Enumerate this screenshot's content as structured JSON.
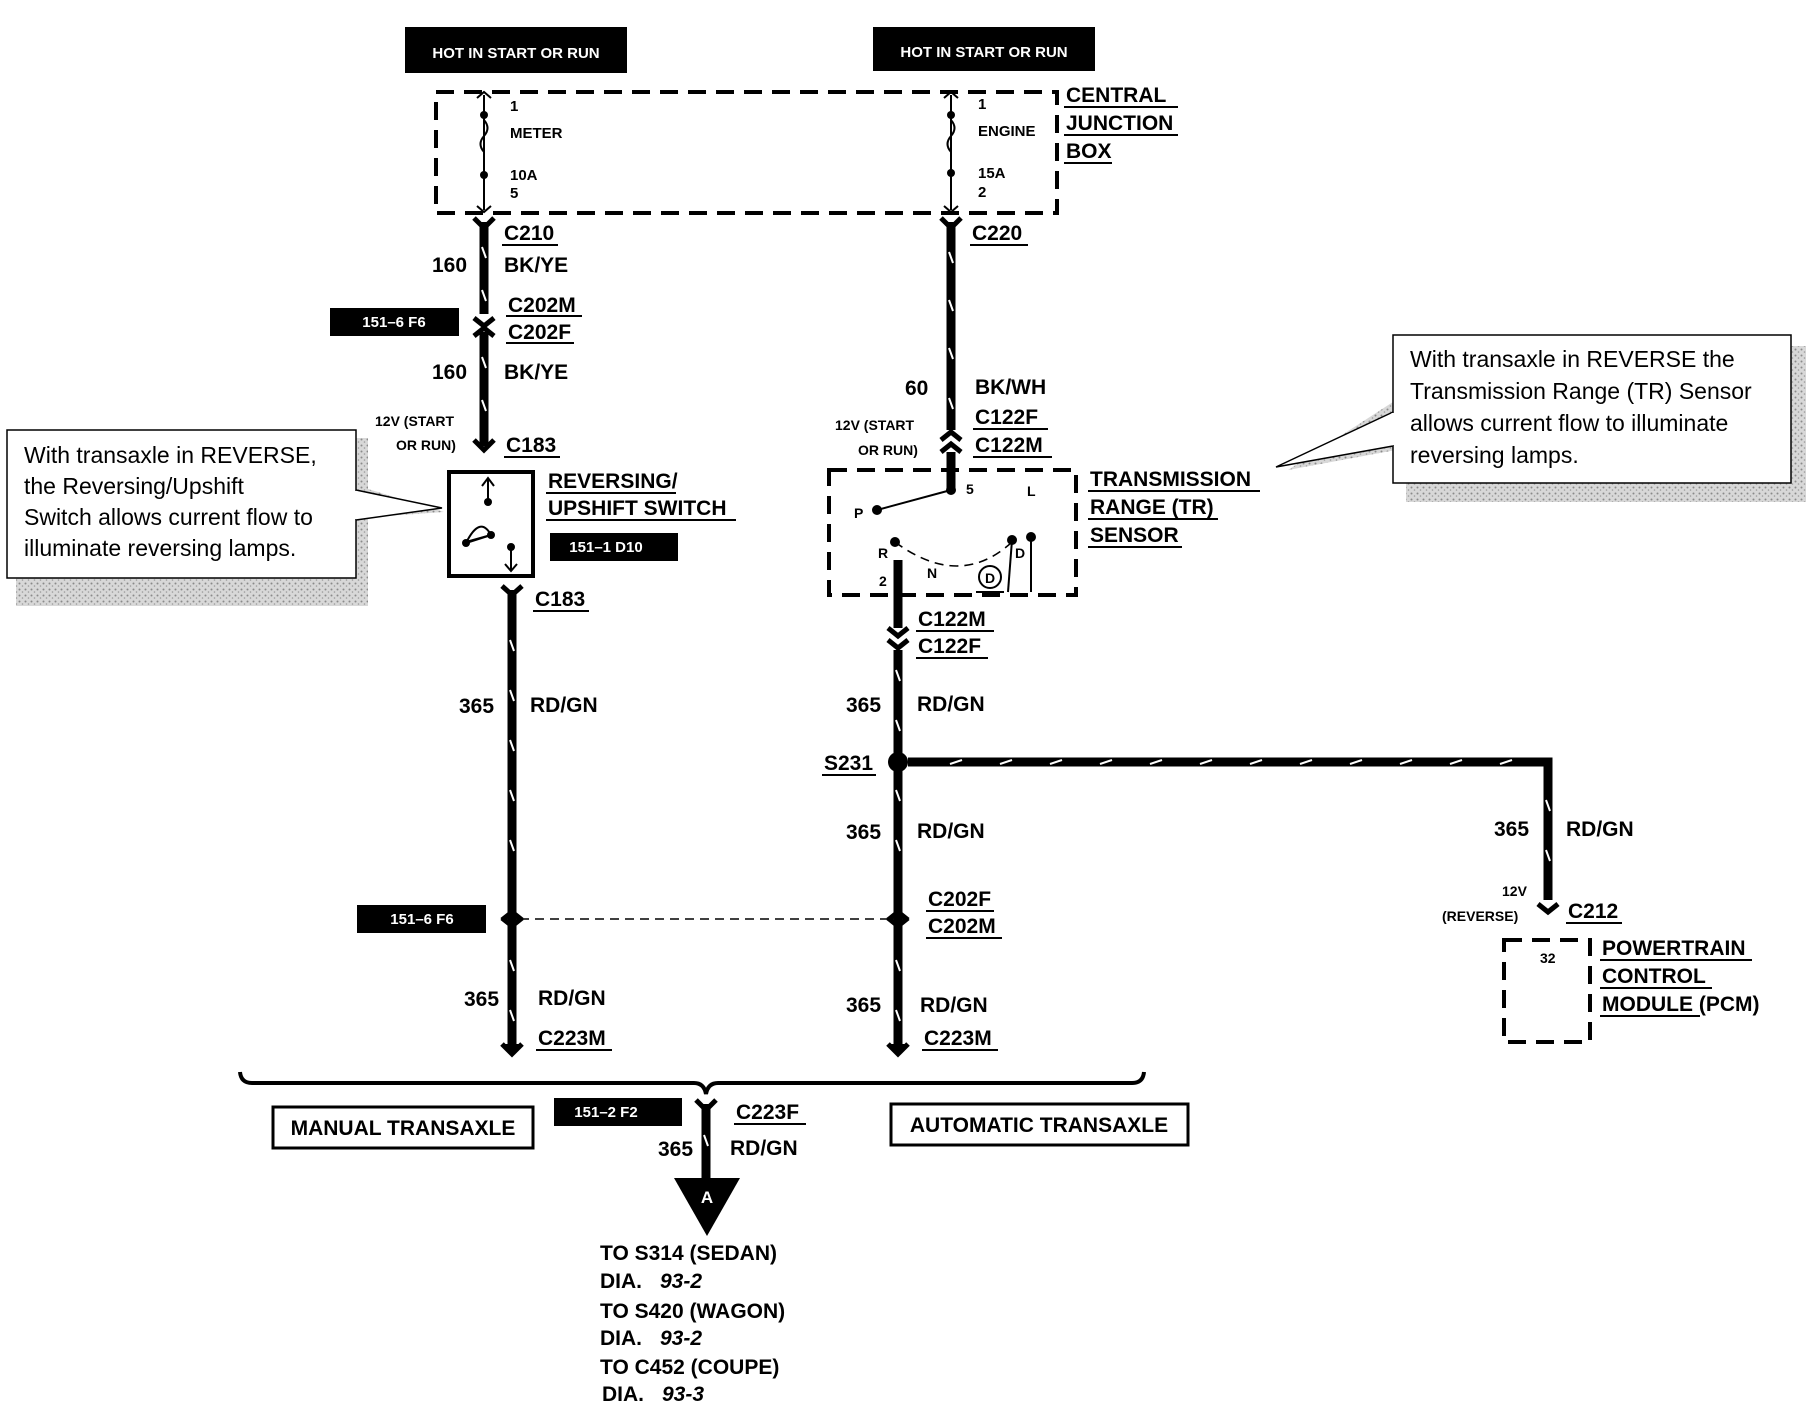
{
  "hot_labels": {
    "left": "HOT IN START OR RUN",
    "right": "HOT IN START OR RUN"
  },
  "central_junction_box": {
    "title": [
      "CENTRAL",
      "JUNCTION",
      "BOX"
    ],
    "fuse_left": {
      "top_pin": "1",
      "name": "METER",
      "rating": "10A",
      "bottom_pin": "5"
    },
    "fuse_right": {
      "top_pin": "1",
      "name": "ENGINE",
      "rating": "15A",
      "bottom_pin": "2"
    }
  },
  "left_circuit": {
    "c210": "C210",
    "wire1_num": "160",
    "wire1_color": "BK/YE",
    "ref1": "151–6 F6",
    "c202m": "C202M",
    "c202f": "C202F",
    "wire2_num": "160",
    "wire2_color": "BK/YE",
    "volt_line1": "12V (START",
    "volt_line2": "OR RUN)",
    "c183_top": "C183",
    "switch_title": [
      "REVERSING/",
      "UPSHIFT SWITCH"
    ],
    "switch_ref": "151–1 D10",
    "c183_bottom": "C183",
    "wire3_num": "365",
    "wire3_color": "RD/GN",
    "ref2": "151–6 F6",
    "wire4_num": "365",
    "wire4_color": "RD/GN",
    "c223m": "C223M"
  },
  "right_circuit": {
    "c220": "C220",
    "wire1_num": "60",
    "wire1_color": "BK/WH",
    "volt_line1": "12V (START",
    "volt_line2": "OR RUN)",
    "c122f_top": "C122F",
    "c122m_top": "C122M",
    "sensor_title": [
      "TRANSMISSION",
      "RANGE (TR)",
      "SENSOR"
    ],
    "sensor_pins": {
      "p": "P",
      "pin5": "5",
      "l": "L",
      "r": "R",
      "n": "N",
      "d_circle": "D",
      "d": "D",
      "pin2": "2"
    },
    "c122m_bottom": "C122M",
    "c122f_bottom": "C122F",
    "wire2_num": "365",
    "wire2_color": "RD/GN",
    "splice": "S231",
    "wire3_num": "365",
    "wire3_color": "RD/GN",
    "c202f": "C202F",
    "c202m": "C202M",
    "wire4_num": "365",
    "wire4_color": "RD/GN",
    "c223m": "C223M"
  },
  "pcm_circuit": {
    "wire_num": "365",
    "wire_color": "RD/GN",
    "volt_line1": "12V",
    "volt_line2": "(REVERSE)",
    "connector": "C212",
    "pin": "32",
    "title": [
      "POWERTRAIN",
      "CONTROL",
      "MODULE (PCM)"
    ]
  },
  "bottom": {
    "manual": "MANUAL TRANSAXLE",
    "automatic": "AUTOMATIC TRANSAXLE",
    "ref": "151–2 F2",
    "connector": "C223F",
    "wire_num": "365",
    "wire_color": "RD/GN",
    "arrow_label": "A",
    "destinations": [
      {
        "to": "TO S314 (SEDAN)",
        "dia": "DIA.",
        "page": "93-2"
      },
      {
        "to": "TO S420 (WAGON)",
        "dia": "DIA.",
        "page": "93-2"
      },
      {
        "to": "TO C452 (COUPE)",
        "dia": "DIA.",
        "page": "93-3"
      }
    ]
  },
  "notes": {
    "left": [
      "With transaxle in REVERSE,",
      "the Reversing/Upshift",
      "Switch allows current flow to",
      "illuminate reversing lamps."
    ],
    "right": [
      "With transaxle in REVERSE the",
      "Transmission Range (TR) Sensor",
      "allows current flow to illuminate",
      "reversing lamps."
    ]
  }
}
